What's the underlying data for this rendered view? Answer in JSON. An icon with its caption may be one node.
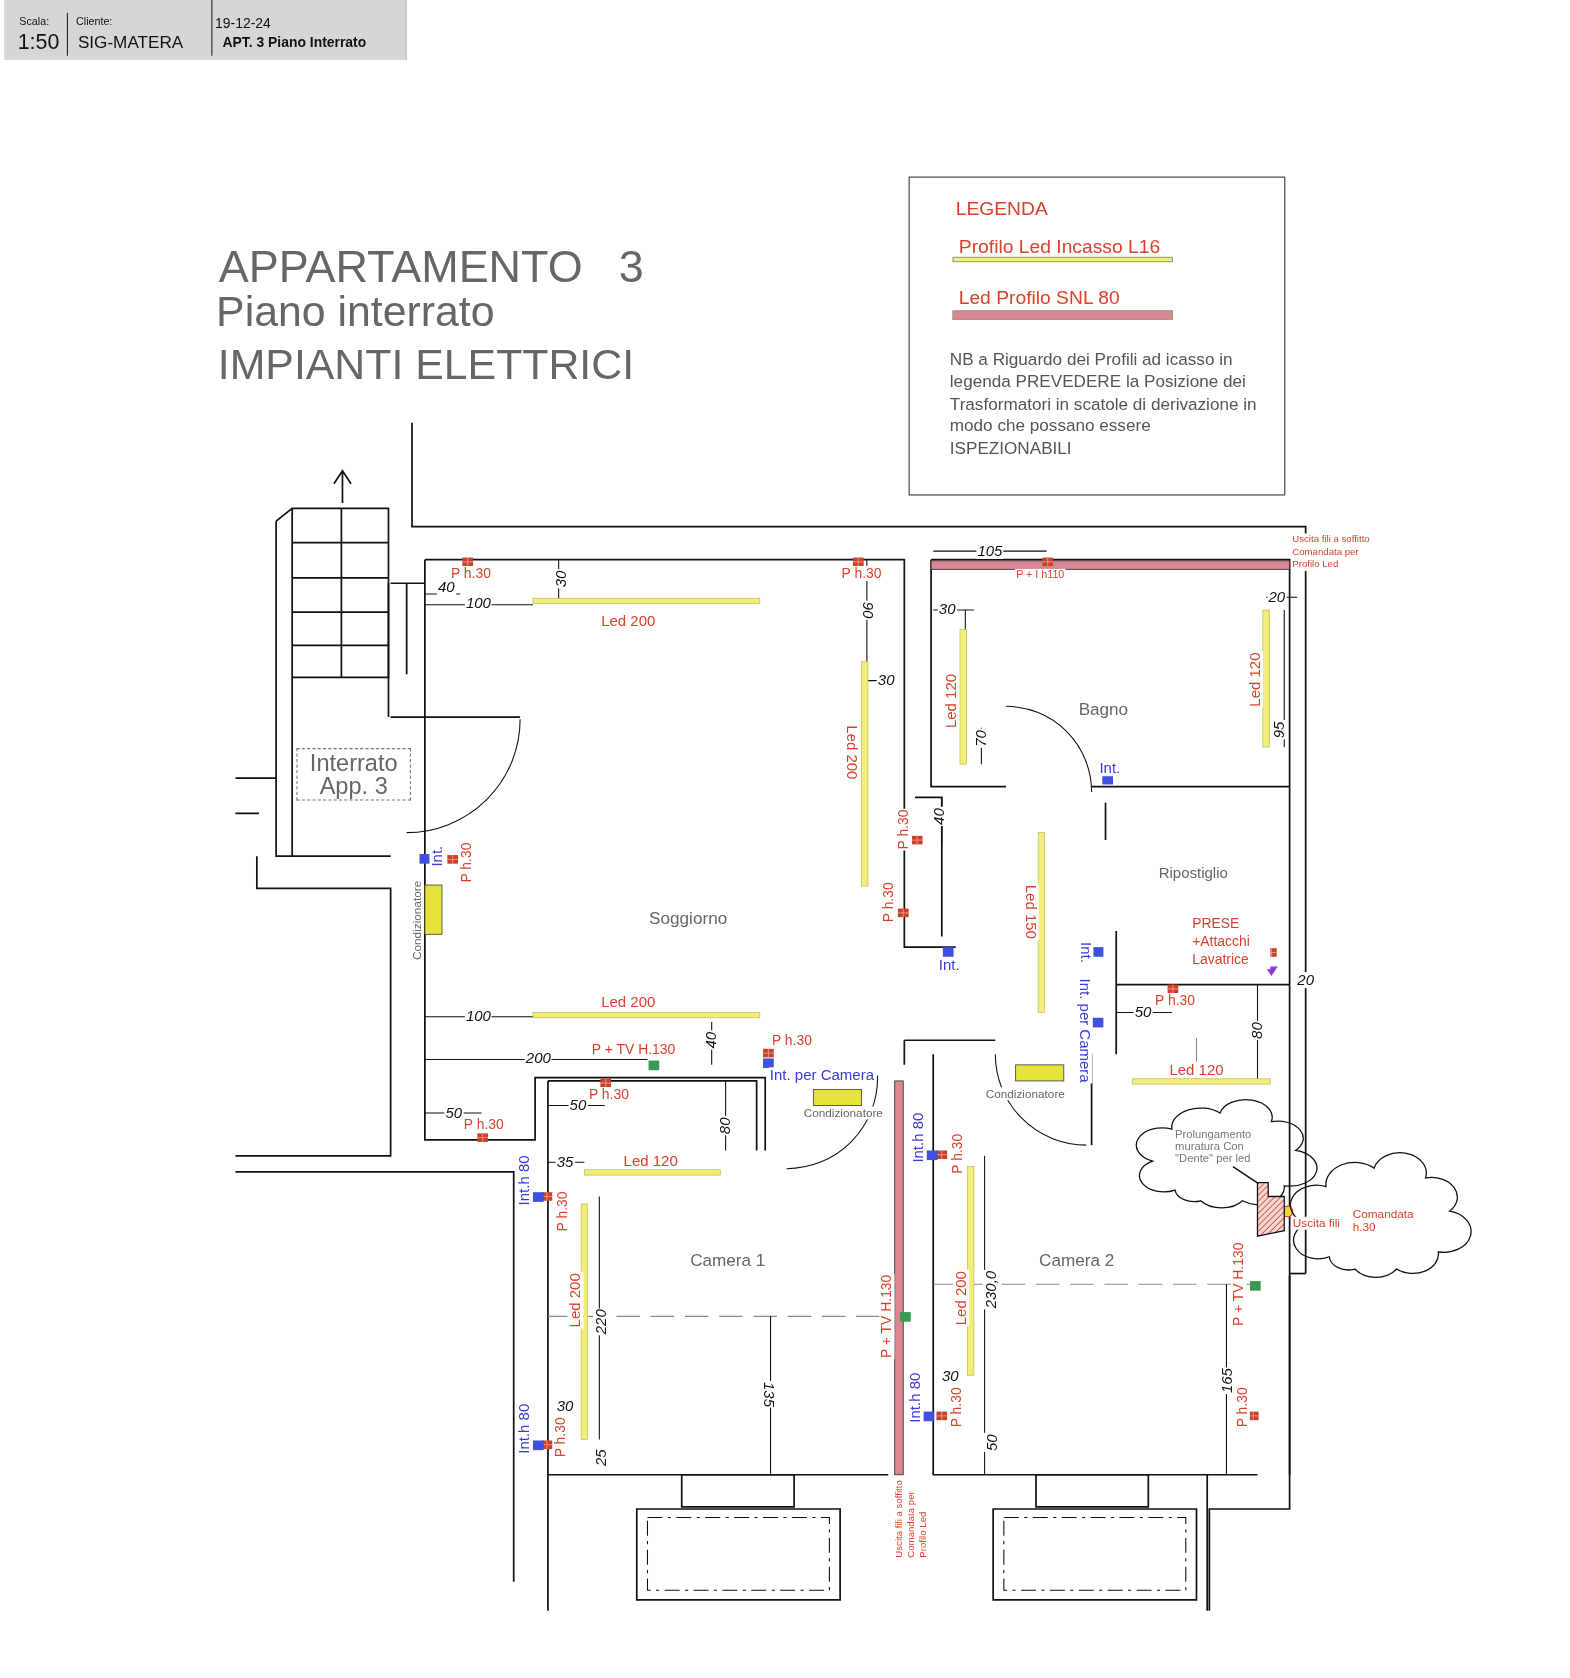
{
  "diagram": {
    "title": "APPARTAMENTO 3",
    "nodes": [
      {
        "text": [
          "Interrato App. 3"
        ]
      },
      {
        "text": [
          "Prolungamento muratura Con \"Dente\" per led"
        ]
      },
      {
        "text": [],
        "shape": "box"
      },
      {
        "text": [
          "Comandata h.30"
        ]
      }
    ],
    "edges": [
      {
        "from": 1,
        "to": 2,
        "arrow": "none"
      }
    ],
    "labels": [
      "Scala:",
      "1:50",
      "Cliente:",
      "SIG-MATERA",
      "19-12-24",
      "APT. 3 Piano Interrato",
      "Piano interrato",
      "IMPIANTI ELETTRICI",
      "LEGENDA",
      "NB a Riguardo dei Profili ad icasso in legenda PREVEDERE la Posizione dei Trasformatori in scatole di derivazione in modo che possano essere ISPEZIONABILI",
      "Uscita fili a soffitto Comandata per Profilo Led",
      "105",
      "P + I h110",
      "P h.30",
      "40",
      "100",
      "30",
      "Led 200",
      "P h.30",
      "90",
      "30",
      "Led 200",
      "30",
      "Led 120",
      "70",
      "Bagno",
      "20",
      "Led 120",
      "95",
      "Int.",
      "40",
      "P h.30",
      "Int.",
      "P h.30",
      "Ripostiglio",
      "Condizionatore",
      "Soggiorno",
      "P h.30",
      "Led 150",
      "Int.",
      "Int.",
      "PRESE +Attacchi Lavatrice",
      "20",
      "P h.30",
      "50",
      "Int. per Camera",
      "80",
      "Led 200",
      "100",
      "40",
      "P + TV H.130",
      "P h.30",
      "200",
      "Int. per Camera",
      "Condizionatore",
      "Led 120",
      "P h.30",
      "50",
      "Condizionatore",
      "80",
      "50",
      "P h.30",
      "Int.h 80",
      "P h.30",
      "35",
      "Led 120",
      "Int.h 80",
      "P h.30",
      "Uscita fili",
      "Led 200",
      "220",
      "Camera 1",
      "P + TV H.130",
      "Led 200",
      "230,0",
      "Camera 2",
      "P + TV H.130",
      "135",
      "30",
      "165",
      "30",
      "Int.h 80",
      "P h.30",
      "P h.30",
      "Int.h 80",
      "P h.30",
      "25",
      "50",
      "Uscita fili a soffitto Comandata per Profilo Led"
    ],
    "legend": [
      {
        "text": "Profilo Led Incasso L16",
        "color": "#f2ee7a"
      },
      {
        "text": "Led Profilo SNL 80",
        "color": "#d98790"
      }
    ]
  }
}
